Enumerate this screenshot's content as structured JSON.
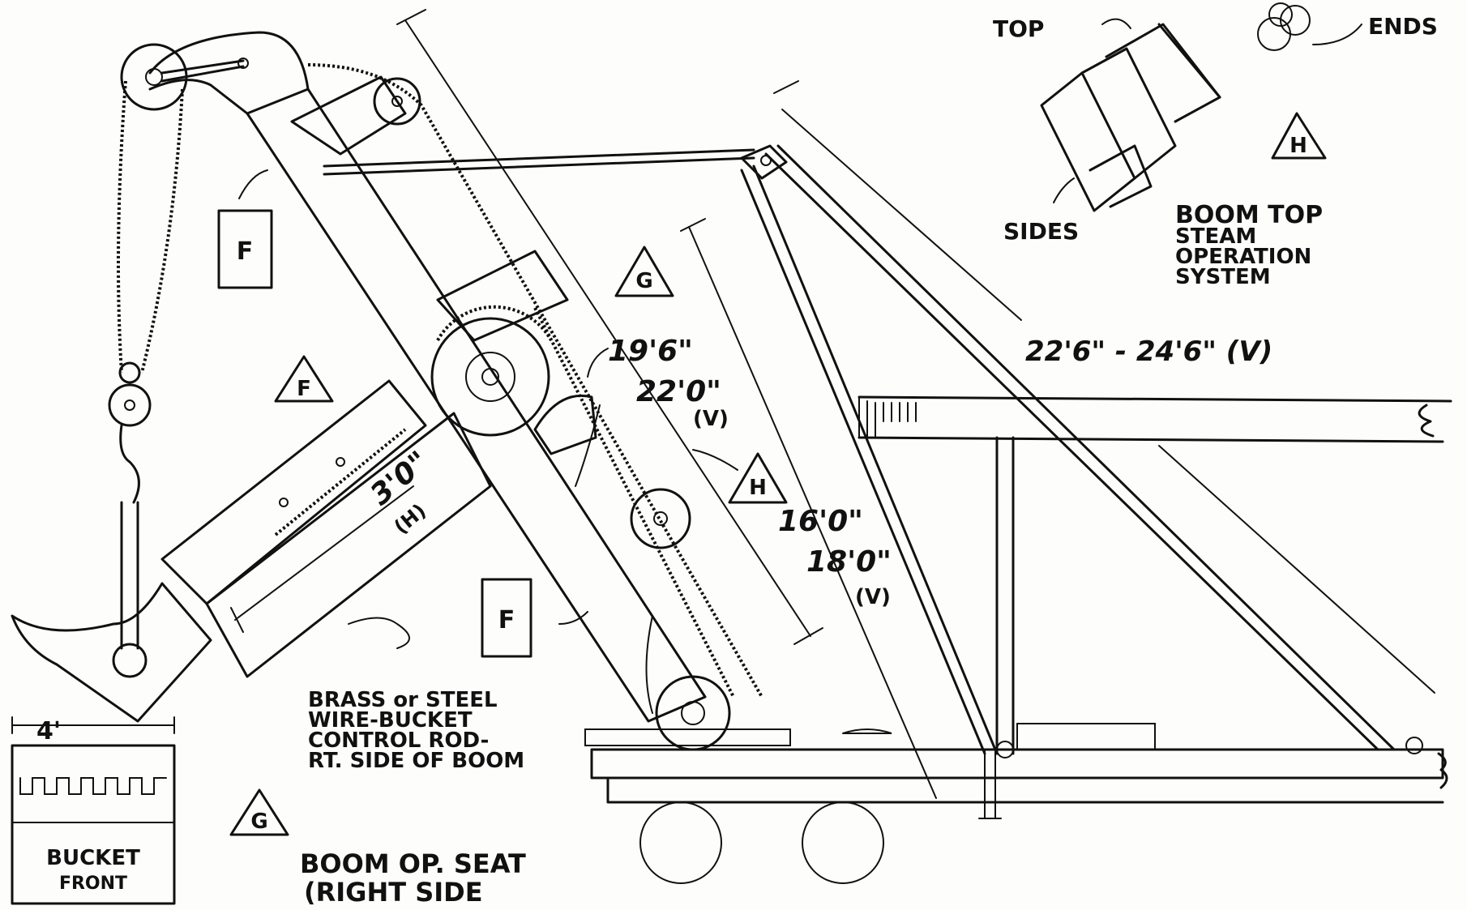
{
  "labels": {
    "top": "TOP",
    "ends": "ENDS",
    "sides": "SIDES",
    "boom_top_title": [
      "BOOM TOP",
      "STEAM",
      "OPERATION",
      "SYSTEM"
    ],
    "dim_22_6": "22'6\" - 24'6\" (V)",
    "dim_19_6": "19'6\"",
    "dim_22_0": "22'0\"",
    "dim_22_0_v": "(V)",
    "dim_16_0": "16'0\"",
    "dim_18_0": "18'0\"",
    "dim_18_0_v": "(V)",
    "dim_3_0": "3'0\"",
    "dim_3_0_h": "(H)",
    "dim_4": "4'",
    "wire_note": [
      "BRASS or STEEL",
      "WIRE-BUCKET",
      "CONTROL ROD-",
      "RT. SIDE OF BOOM"
    ],
    "bucket_front": [
      "BUCKET",
      "FRONT"
    ],
    "boom_op_seat": [
      "BOOM OP. SEAT",
      "(RIGHT SIDE"
    ]
  },
  "markers": {
    "F": "F",
    "G": "G",
    "H": "H"
  }
}
